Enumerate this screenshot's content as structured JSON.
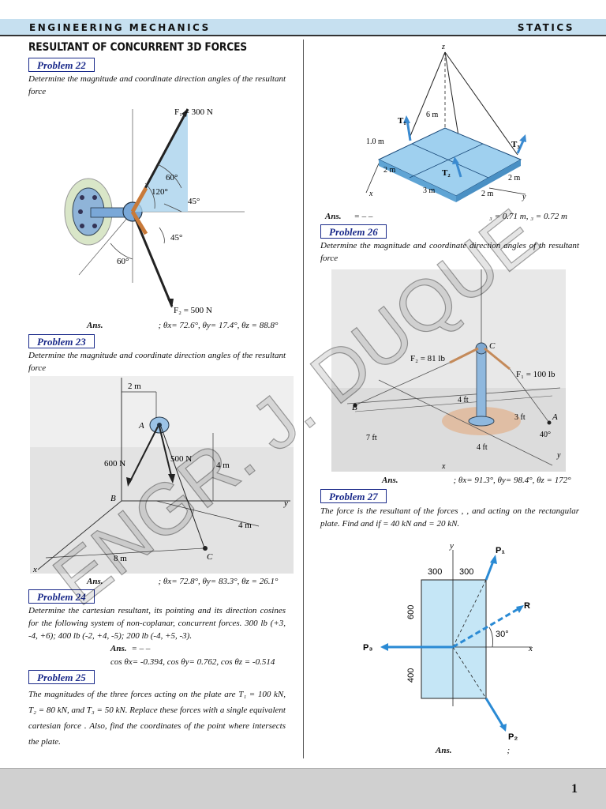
{
  "header": {
    "subject": "ENGINEERING MECHANICS",
    "topic": "STATICS"
  },
  "section_title": "RESULTANT OF CONCURRENT 3D FORCES",
  "problems": [
    {
      "label": "Problem 22",
      "text": "Determine the magnitude and coordinate direction angles of the resultant force",
      "figure": {
        "f1": "F₁ = 300 N",
        "f2": "F₂ = 500 N",
        "a60": "60°",
        "a120": "120°",
        "a45a": "45°",
        "a45b": "45°",
        "a60b": "60°"
      },
      "answer_label": "Ans.",
      "answer": "; θx= 72.6°, θy= 17.4°, θz = 88.8°"
    },
    {
      "label": "Problem 23",
      "text": "Determine the magnitude and coordinate direction angles of the resultant force",
      "figure": {
        "d2m": "2 m",
        "pA": "A",
        "f600": "600 N",
        "f500": "500 N",
        "d4m": "4 m",
        "pB": "B",
        "d4m2": "4 m",
        "d8m": "8 m",
        "pC": "C",
        "y": "y",
        "x": "x"
      },
      "answer_label": "Ans.",
      "answer": "; θx= 72.8°, θy= 83.3°, θz = 26.1°"
    },
    {
      "label": "Problem 24",
      "text": "Determine the cartesian resultant, its pointing and its direction cosines for the following system of non-coplanar, concurrent forces. 300 lb (+3, -4, +6); 400 lb (-2, +4, -5); 200 lb (-4, +5, -3).",
      "answer_label": "Ans.",
      "answer_line1": "= –                    –",
      "answer_line2": "cos θx= -0.394, cos θy= 0.762, cos θz = -0.514"
    },
    {
      "label": "Problem 25",
      "text": "The magnitudes of the three forces acting on the plate are T₁ = 100 kN, T₂ = 80 kN, and T₃ = 50 kN. Replace these forces with a single equivalent cartesian force     . Also, find the coordinates of the point where     intersects the plate.",
      "figure": {
        "z": "z",
        "t1": "T₁",
        "t2": "T₂",
        "t3": "T₃",
        "d6m": "6 m",
        "d1m": "1.0 m",
        "d2m_a": "2 m",
        "d3m": "3 m",
        "d2m_b": "2 m",
        "d2m_c": "2 m",
        "x": "x",
        "y": "y"
      },
      "answer_label": "Ans.",
      "answer_mid": "= –      –",
      "answer_end": "₃ = 0.71 m,   ₃ = 0.72 m"
    },
    {
      "label": "Problem 26",
      "text": "Determine the magnitude and coordinate direction angles of th resultant force",
      "figure": {
        "f2": "F₂ = 81 lb",
        "f1": "F₁ = 100 lb",
        "pC": "C",
        "pB": "B",
        "pA": "A",
        "d4ft": "4 ft",
        "d3ft": "3 ft",
        "d7ft": "7 ft",
        "d4ft2": "4 ft",
        "a40": "40°",
        "x": "x",
        "y": "y"
      },
      "answer_label": "Ans.",
      "answer": "; θx= 91.3°, θy= 98.4°, θz = 172°"
    },
    {
      "label": "Problem 27",
      "text": "The force      is the resultant of the forces      ,      , and      acting on the rectangular plate. Find      and      if      = 40 kN and      = 20 kN.",
      "figure": {
        "y": "y",
        "x": "x",
        "p1": "P₁",
        "p2": "P₂",
        "p3": "P₃",
        "r": "R",
        "d300a": "300",
        "d300b": "300",
        "d600": "600",
        "d400": "400",
        "a30": "30°"
      },
      "answer_label": "Ans.",
      "answer": ";"
    }
  ],
  "watermark": "ENGR. J. DUQUE",
  "page_number": "1"
}
